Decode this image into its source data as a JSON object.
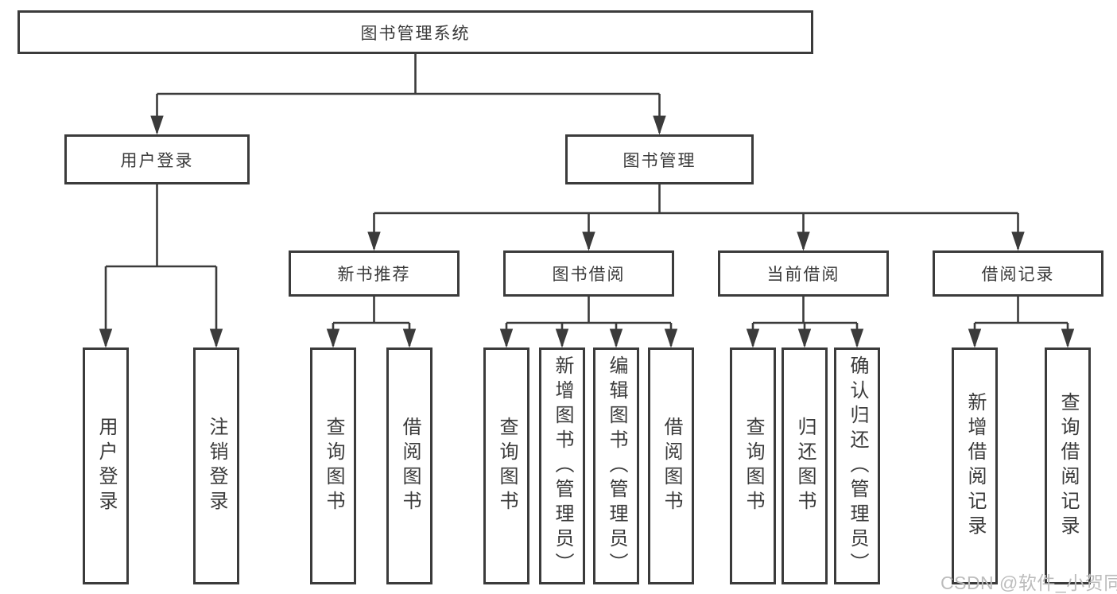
{
  "root": {
    "label": "图书管理系统"
  },
  "branches": {
    "user_login": {
      "label": "用户登录",
      "children": [
        "用户登录",
        "注销登录"
      ]
    },
    "book_mgmt": {
      "label": "图书管理",
      "sections": {
        "new_books": {
          "label": "新书推荐",
          "children": [
            "查询图书",
            "借阅图书"
          ]
        },
        "borrowing": {
          "label": "图书借阅",
          "children": [
            "查询图书",
            "新增图书（管理员）",
            "编辑图书（管理员）",
            "借阅图书"
          ]
        },
        "current": {
          "label": "当前借阅",
          "children": [
            "查询图书",
            "归还图书",
            "确认归还（管理员）"
          ]
        },
        "records": {
          "label": "借阅记录",
          "children": [
            "新增借阅记录",
            "查询借阅记录"
          ]
        }
      }
    }
  },
  "watermark": {
    "text": "CSDN @软件_小贺同学"
  },
  "colors": {
    "line": "#3b3b3b",
    "box_background": "#ffffff",
    "text": "#3a3a3a",
    "watermark": "#bcbcbc"
  }
}
